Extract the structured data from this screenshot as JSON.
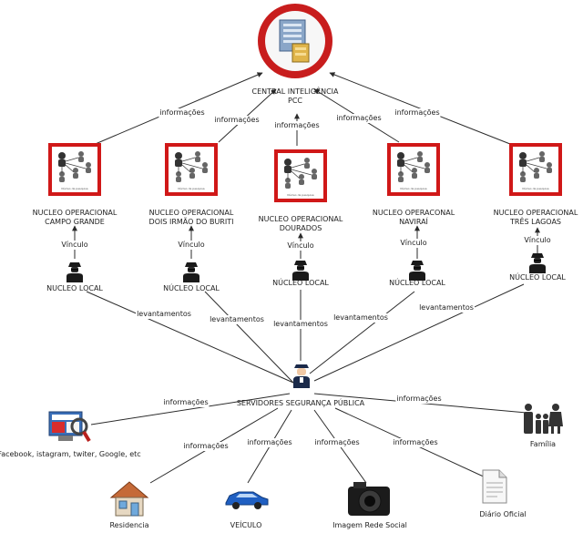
{
  "center": {
    "line1": "CENTRAL INTELIGÊNCIA",
    "line2": "PCC"
  },
  "operational": [
    {
      "line1": "NUCLEO OPERACIONAL",
      "line2": "CAMPO GRANDE",
      "caption": "Núcleo de pesquisa"
    },
    {
      "line1": "NUCLEO OPERACIONAL",
      "line2": "DOIS IRMÃO DO BURITI",
      "caption": "Núcleo de pesquisa"
    },
    {
      "line1": "NUCLEO OPERACIONAL",
      "line2": "DOURADOS",
      "caption": "Núcleo de pesquisa"
    },
    {
      "line1": "NUCLEO OPERACONAL",
      "line2": "NAVIRAÍ",
      "caption": "Núcleo de pesquisa"
    },
    {
      "line1": "NUCLEO OPERACIONAL",
      "line2": "TRÊS LAGOAS",
      "caption": "Núcleo de pesquisa"
    }
  ],
  "local": [
    "NUCLEO LOCAL",
    "NÚCLEO LOCAL",
    "NÚCLEO LOCAL",
    "NÚCLEO LOCAL",
    "NÚCLEO LOCAL"
  ],
  "servers": {
    "label": "SERVIDORES SEGURANÇA PÚBLICA"
  },
  "sources": {
    "internet": "Facebook, istagram, twiter, Google, etc",
    "family": "Família",
    "residence": "Residencia",
    "vehicle": "VEÍCULO",
    "social_image": "Imagem Rede Social",
    "official_gazette": "Diário Oficial"
  },
  "edge_labels": {
    "info": "informações",
    "link": "Vínculo",
    "survey": "levantamentos"
  },
  "colors": {
    "highlight": "#d01818",
    "edge": "#2b2b2b"
  }
}
